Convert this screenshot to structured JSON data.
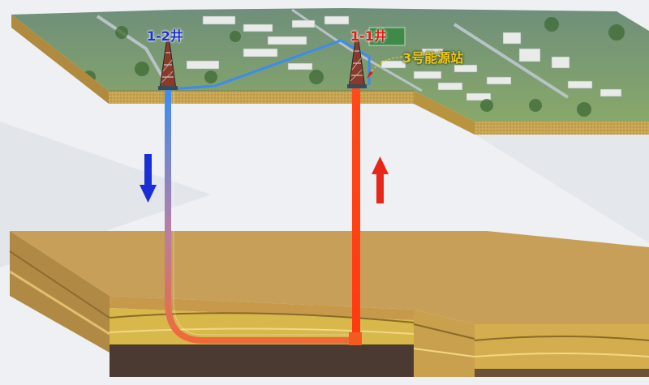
{
  "labels": {
    "well_1_2": "1-2井",
    "well_1_1": "1-1井",
    "energy_station": "3号能源站"
  },
  "colors": {
    "injection_arrow": "#1a2fd6",
    "production_arrow": "#e8261a",
    "well_label_blue": "#1a2fd6",
    "well_label_red": "#e01a12",
    "station_label": "#f0c419",
    "soil_top": "#c8a05a",
    "aquifer_layer": "#d8b84a",
    "bedrock": "#4a3a32"
  },
  "icons": {
    "down_arrow": "down-arrow-icon",
    "up_arrow": "up-arrow-icon",
    "drilling_rig": "drilling-rig-icon"
  }
}
